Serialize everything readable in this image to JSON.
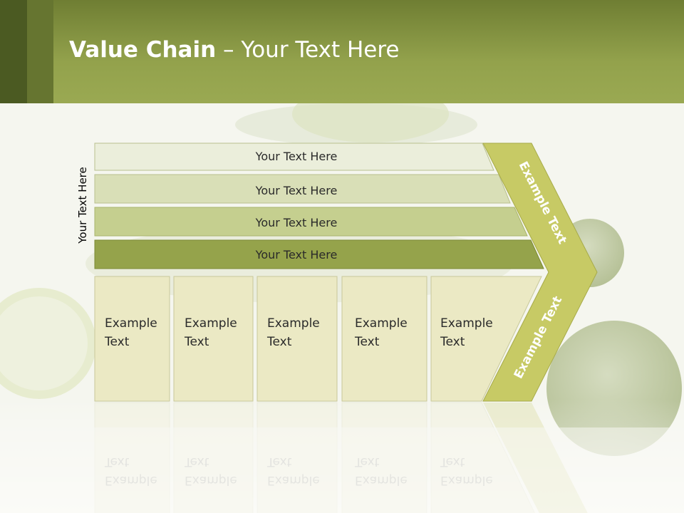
{
  "slide": {
    "title_bold": "Value Chain",
    "title_rest": " – Your Text Here"
  },
  "diagram": {
    "side_label": "Your Text Here",
    "bars": [
      "Your Text Here",
      "Your Text Here",
      "Your Text Here",
      "Your Text Here"
    ],
    "columns": [
      [
        "Example",
        "Text"
      ],
      [
        "Example",
        "Text"
      ],
      [
        "Example",
        "Text"
      ],
      [
        "Example",
        "Text"
      ],
      [
        "Example",
        "Text"
      ]
    ],
    "arrow_top_label": "Example Text",
    "arrow_bottom_label": "Example Text"
  },
  "colors": {
    "header_dark": "#4b5a22",
    "header": "#93a24c",
    "bar_1": "#ebeedb",
    "bar_2": "#d9dfb7",
    "bar_3": "#c5cf8f",
    "bar_4": "#95a34b",
    "column": "#ebe9c4",
    "arrow": "#c7ca65"
  }
}
